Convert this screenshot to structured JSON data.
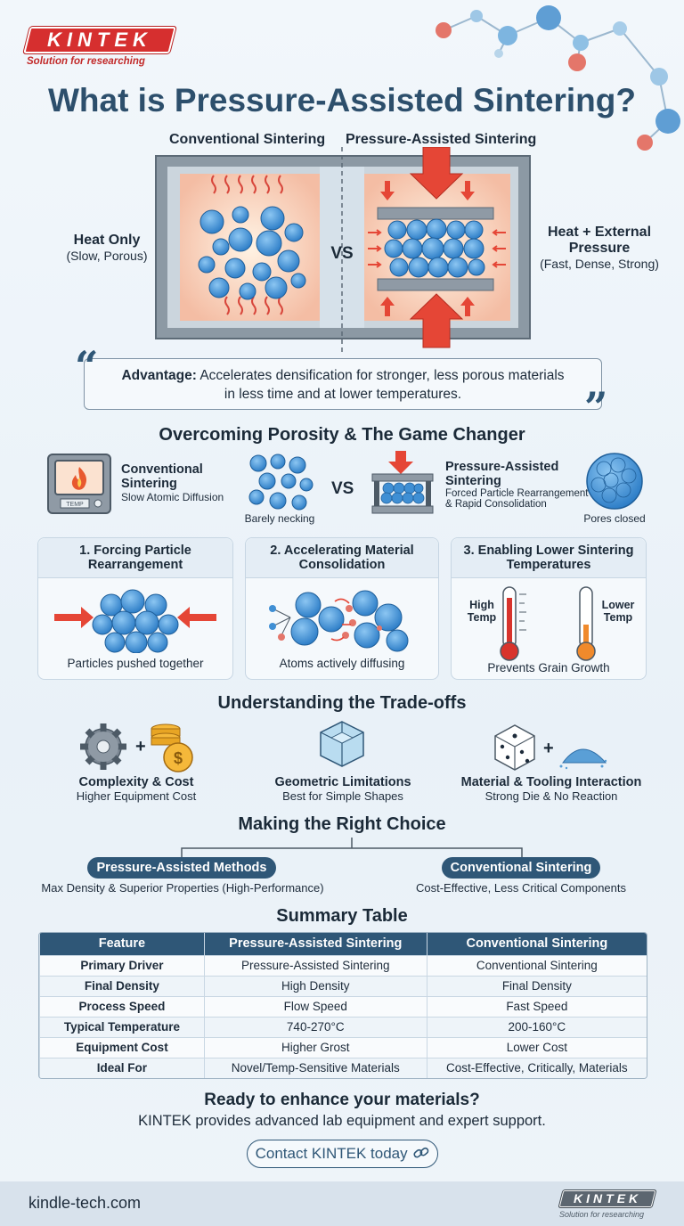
{
  "brand": {
    "name": "KINTEK",
    "tagline": "Solution for researching"
  },
  "title": "What is Pressure-Assisted Sintering?",
  "hero": {
    "left_header": "Conventional Sintering",
    "right_header": "Pressure-Assisted Sintering",
    "vs": "VS",
    "left_label": "Heat Only",
    "left_sub": "(Slow, Porous)",
    "right_label_1": "Heat + External",
    "right_label_2": "Pressure",
    "right_sub": "(Fast, Dense, Strong)"
  },
  "advantage": {
    "label": "Advantage:",
    "text_1": "Accelerates densification for stronger, less porous materials",
    "text_2": "in less time and at lower temperatures."
  },
  "porosity": {
    "title": "Overcoming Porosity & The Game Changer",
    "conv_title_1": "Conventional",
    "conv_title_2": "Sintering",
    "conv_sub": "Slow Atomic Diffusion",
    "conv_caption": "Barely necking",
    "vs": "VS",
    "pas_title_1": "Pressure-Assisted",
    "pas_title_2": "Sintering",
    "pas_sub_1": "Forced Particle Rearrangement",
    "pas_sub_2": "& Rapid Consolidation",
    "pas_caption": "Pores closed",
    "furnace_display": "TEMP"
  },
  "mechanisms": [
    {
      "title_1": "1. Forcing Particle",
      "title_2": "Rearrangement",
      "caption": "Particles pushed together"
    },
    {
      "title_1": "2. Accelerating Material",
      "title_2": "Consolidation",
      "caption": "Atoms actively diffusing"
    },
    {
      "title_1": "3. Enabling Lower Sintering",
      "title_2": "Temperatures",
      "caption": "Prevents Grain Growth",
      "high_1": "High",
      "high_2": "Temp",
      "low_1": "Lower",
      "low_2": "Temp"
    }
  ],
  "tradeoffs": {
    "title": "Understanding the Trade-offs",
    "items": [
      {
        "title": "Complexity & Cost",
        "sub": "Higher Equipment Cost"
      },
      {
        "title": "Geometric Limitations",
        "sub": "Best for Simple Shapes"
      },
      {
        "title": "Material & Tooling Interaction",
        "sub": "Strong Die & No Reaction"
      }
    ]
  },
  "choice": {
    "title": "Making the Right Choice",
    "left_pill": "Pressure-Assisted Methods",
    "left_sub": "Max Density & Superior Properties (High-Performance)",
    "right_pill": "Conventional Sintering",
    "right_sub": "Cost-Effective, Less Critical Components"
  },
  "summary": {
    "title": "Summary Table",
    "headers": [
      "Feature",
      "Pressure-Assisted Sintering",
      "Conventional Sintering"
    ],
    "rows": [
      [
        "Primary Driver",
        "Pressure-Assisted Sintering",
        "Conventional Sintering"
      ],
      [
        "Final Density",
        "High Density",
        "Final Density"
      ],
      [
        "Process Speed",
        "Flow Speed",
        "Fast Speed"
      ],
      [
        "Typical Temperature",
        "740-270°C",
        "200-160°C"
      ],
      [
        "Equipment Cost",
        "Higher Grost",
        "Lower Cost"
      ],
      [
        "Ideal For",
        "Novel/Temp-Sensitive Materials",
        "Cost-Effective, Critically, Materials"
      ]
    ]
  },
  "cta": {
    "title": "Ready to enhance your materials?",
    "sub": "KINTEK provides advanced lab equipment and expert support.",
    "button": "Contact KINTEK today"
  },
  "footer": {
    "url": "kindle-tech.com",
    "brand": "KINTEK",
    "tagline": "Solution for researching"
  },
  "colors": {
    "accent": "#2f5777",
    "brand_red": "#d62f2f",
    "particle_blue": "#3f8fd4",
    "heat": "#f2c2a8"
  }
}
